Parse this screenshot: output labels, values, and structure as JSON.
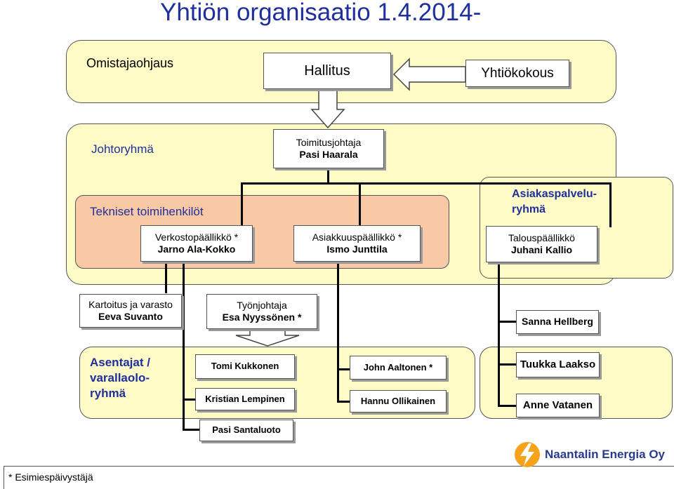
{
  "title": "Yhtiön organisaatio 1.4.2014-",
  "top_panel": {
    "label": "Omistajaohjaus",
    "board": "Hallitus",
    "meeting": "Yhtiökokous"
  },
  "management": {
    "label": "Johtoryhmä",
    "ceo_title": "Toimitusjohtaja",
    "ceo_name": "Pasi Haarala"
  },
  "technical": {
    "label": "Tekniset toimihenkilöt",
    "network": {
      "title": "Verkostopäällikkö *",
      "name": "Jarno Ala-Kokko"
    },
    "customer": {
      "title": "Asiakkuuspäällikkö *",
      "name": "Ismo Junttila"
    }
  },
  "customer_service": {
    "label_line1": "Asiakaspalvelu-",
    "label_line2": "ryhmä",
    "finance": {
      "title": "Talouspäällikkö",
      "name": "Juhani Kallio"
    }
  },
  "level3": {
    "survey": {
      "title": "Kartoitus ja varasto",
      "name": "Eeva Suvanto"
    },
    "foreman": {
      "title": "Työnjohtaja",
      "name": "Esa Nyyssönen *"
    },
    "sanna": "Sanna Hellberg"
  },
  "installers": {
    "label_line1": "Asentajat /",
    "label_line2": "varallaolo-",
    "label_line3": "ryhmä",
    "people": {
      "tomi": "Tomi Kukkonen",
      "kristian": "Kristian Lempinen",
      "john": "John Aaltonen  *",
      "hannu": "Hannu Ollikainen",
      "pasi": "Pasi Santaluoto"
    }
  },
  "cs_people": {
    "tuukka": "Tuukka Laakso",
    "anne": "Anne Vatanen"
  },
  "footnote": "* Esimiespäivystäjä",
  "logo": {
    "text": "Naantalin Energia Oy",
    "color": "#2a3b8f",
    "accent": "#f5a31a"
  }
}
